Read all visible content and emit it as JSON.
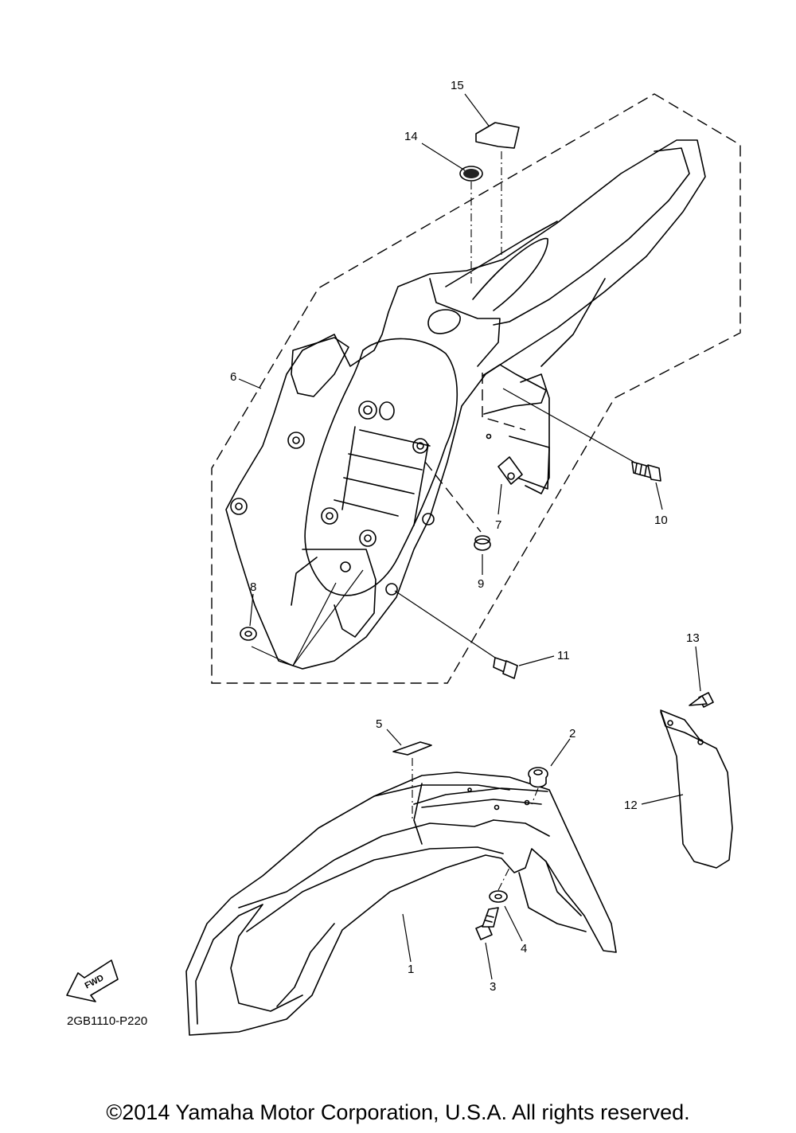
{
  "diagram": {
    "callouts": [
      "1",
      "2",
      "3",
      "4",
      "5",
      "6",
      "7",
      "8",
      "9",
      "10",
      "11",
      "12",
      "13",
      "14",
      "15"
    ],
    "direction_badge": "FWD",
    "diagram_code": "2GB1110-P220"
  },
  "footer": {
    "copyright": "©2014 Yamaha Motor Corporation, U.S.A. All rights reserved."
  }
}
